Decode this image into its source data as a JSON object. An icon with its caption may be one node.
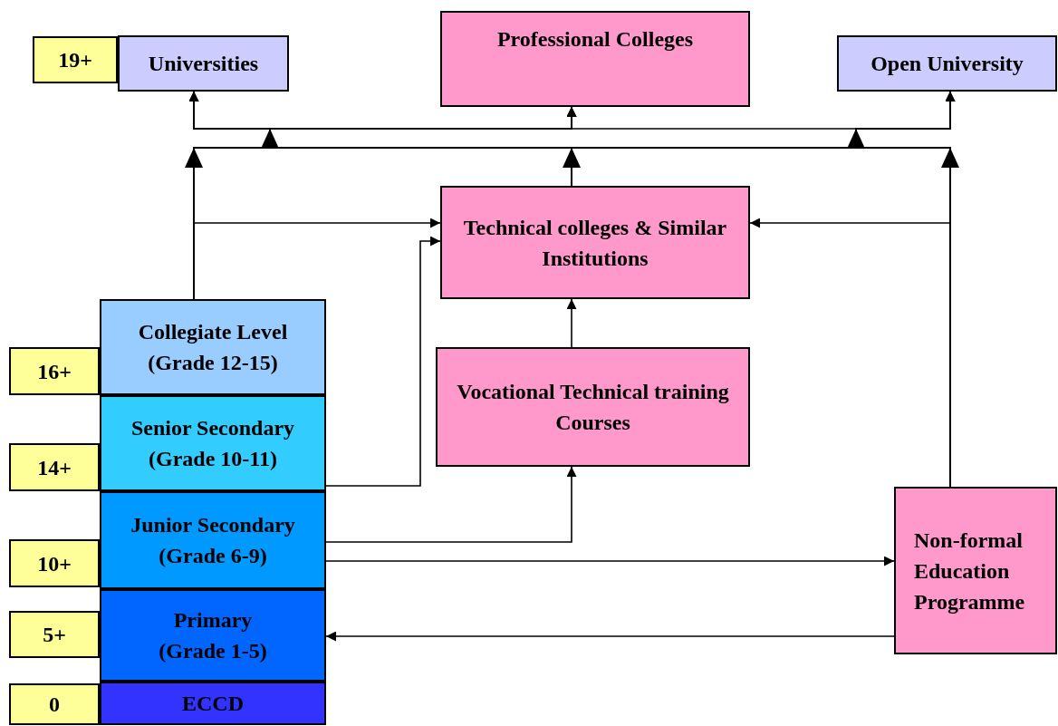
{
  "diagram": {
    "nodes": [
      {
        "text": [
          "19+"
        ]
      },
      {
        "text": [
          "Universities"
        ]
      },
      {
        "text": [
          "Professional Colleges"
        ]
      },
      {
        "text": [
          "Open University"
        ]
      },
      {
        "text": [
          "Technical colleges & Similar Institutions"
        ]
      },
      {
        "text": [
          "Collegiate Level",
          "(Grade 12-15)"
        ]
      },
      {
        "text": [
          "16+"
        ]
      },
      {
        "text": [
          "Vocational Technical training Courses"
        ]
      },
      {
        "text": [
          "Senior Secondary",
          "(Grade 10-11)"
        ]
      },
      {
        "text": [
          "14+"
        ]
      },
      {
        "text": [
          "Junior Secondary",
          "(Grade 6-9)"
        ]
      },
      {
        "text": [
          "Non-formal Education Programme"
        ]
      },
      {
        "text": [
          "10+"
        ]
      },
      {
        "text": [
          "Primary",
          "(Grade 1-5)"
        ]
      },
      {
        "text": [
          "5+"
        ]
      },
      {
        "text": [
          "ECCD"
        ]
      },
      {
        "text": [
          "0"
        ]
      }
    ],
    "edges": [
      {
        "from": 5,
        "to": 4,
        "arrow": "to"
      },
      {
        "from": 8,
        "to": 4,
        "arrow": "to"
      },
      {
        "from": 10,
        "to": 7,
        "arrow": "to"
      },
      {
        "from": 10,
        "to": 11,
        "arrow": "to"
      },
      {
        "from": 11,
        "to": 13,
        "arrow": "to"
      },
      {
        "from": 7,
        "to": 4,
        "arrow": "to"
      },
      {
        "from": 11,
        "to": 4,
        "arrow": "to"
      },
      {
        "from": 5,
        "to": 1,
        "arrow": "to"
      },
      {
        "from": 5,
        "to": 2,
        "arrow": "to"
      },
      {
        "from": 5,
        "to": 3,
        "arrow": "to"
      },
      {
        "from": 4,
        "to": 1,
        "arrow": "to"
      },
      {
        "from": 4,
        "to": 2,
        "arrow": "to"
      },
      {
        "from": 4,
        "to": 3,
        "arrow": "to"
      },
      {
        "from": 11,
        "to": 1,
        "arrow": "to"
      },
      {
        "from": 11,
        "to": 2,
        "arrow": "to"
      },
      {
        "from": 11,
        "to": 3,
        "arrow": "to"
      }
    ]
  }
}
